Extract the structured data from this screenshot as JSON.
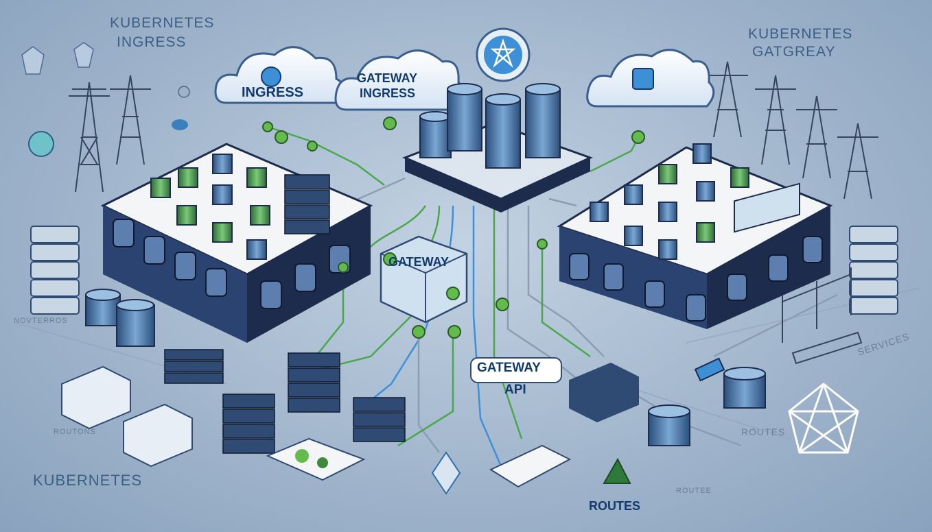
{
  "labels": {
    "top_left_title_1": "KUBERNETES",
    "top_left_title_2": "INGRESS",
    "top_right_title_1": "KUBERNETES",
    "top_right_title_2": "GATGREAY",
    "cloud_ingress": "INGRESS",
    "cloud_gateway_1": "GATEWAY",
    "cloud_gateway_2": "INGRESS",
    "gateway_box": "GATEWAY",
    "gateway_api_1": "GATEWAY",
    "gateway_api_2": "API",
    "bottom_left_title": "KUBERNETES",
    "routes_bottom": "ROUTES",
    "routes_right": "ROUTES",
    "services_right": "SERVICES",
    "faint_left_1": "NOVTERROS",
    "faint_left_2": "ROUTONS",
    "faint_mid": "ROUTEE"
  },
  "colors": {
    "background": "#a9bcd2",
    "platform_top": "#f3f5f7",
    "platform_side": "#1d2b4c",
    "node_green": "#5cb85c",
    "node_blue": "#3d8fd6",
    "link_green": "#4aa84a",
    "link_blue": "#3f8fd8",
    "text_dark": "#1a2e4a"
  },
  "icons": [
    "cloud-icon",
    "kubernetes-helm-icon",
    "power-tower-icon",
    "server-rack-icon",
    "database-icon",
    "truck-icon",
    "kubernetes-logo-icon"
  ]
}
